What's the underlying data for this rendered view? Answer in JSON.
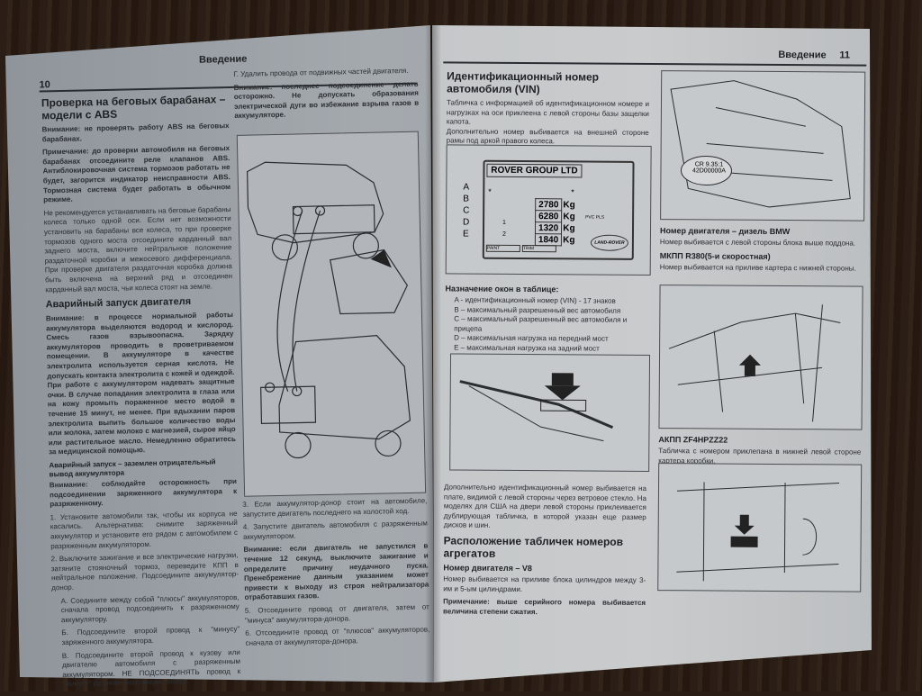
{
  "left_page": {
    "page_number": "10",
    "header": "Введение",
    "col1": {
      "title": "Проверка на беговых барабанах – модели с ABS",
      "warning": "Внимание: не проверять работу ABS на беговых барабанах.",
      "note": "Примечание: до проверки автомобиля на беговых барабанах отсоедините реле клапанов ABS. Антиблокировочная система тормозов работать не будет, загорится индикатор неисправности ABS. Тормозная система будет работать в обычном режиме.",
      "para1": "Не рекомендуется устанавливать на беговые барабаны колеса только одной оси. Если нет возможности установить на барабаны все колеса, то при проверке тормозов одного моста отсоедините карданный вал заднего моста, включите нейтральное положение раздаточной коробки и межосевого дифференциала. При проверке двигателя раздаточная коробка должна быть включена на верхний ряд и отсоединен карданный вал моста, чьи колеса стоят на земле.",
      "section2_title": "Аварийный запуск двигателя",
      "warning2": "Внимание: в процессе нормальной работы аккумулятора выделяются водород и кислород. Смесь газов взрывоопасна. Зарядку аккумуляторов проводить в проветриваемом помещении. В аккумуляторе в качестве электролита используется серная кислота. Не допускать контакта электролита с кожей и одеждой. При работе с аккумулятором надевать защитные очки. В случае попадания электролита в глаза или на кожу промыть пораженное место водой в течение 15 минут, не менее. При вдыхании паров электролита выпить большое количество воды или молока, затем молоко с магнезией, сырое яйцо или растительное масло. Немедленно обратитесь за медицинской помощью.",
      "subsection_title": "Аварийный запуск – заземлен отрицательный вывод аккумулятора",
      "warning3": "Внимание: соблюдайте осторожность при подсоединении заряженного аккумулятора к разряженному.",
      "step1": "1. Установите автомобили так, чтобы их корпуса не касались. Альтернатива: снимите заряженный аккумулятор и установите его рядом с автомобилем с разряженным аккумулятором.",
      "step2": "2. Выключите зажигание и все электрические нагрузки, затяните стояночный тормоз, переведите КПП в нейтральное положение. Подсоедините аккумулятор-донор.",
      "step2a": "А. Соедините между собой \"плюсы\" аккумуляторов, сначала провод подсоединить к разряженному аккумулятору.",
      "step2b": "Б. Подсоедините второй провод к \"минусу\" заряженного аккумулятора.",
      "step2c": "В. Подсоедините второй провод к кузову или двигателю автомобиля с разряженным аккумулятором. НЕ ПОДСОЕДИНЯТЬ провод к \"минусу\" разряженного аккумулятора."
    },
    "col2": {
      "step2d": "Г. Удалить провода от подвижных частей двигателя.",
      "warning": "Внимание: последнее подсоединение делать осторожно. Не допускать образования электрической дуги во избежание взрыва газов в аккумуляторе.",
      "step3": "3. Если аккумулятор-донор стоит на автомобиле, запустите двигатель последнего на холостой ход.",
      "step4": "4. Запустите двигатель автомобиля с разряженным аккумулятором.",
      "warning2": "Внимание: если двигатель не запустился в течение 12 секунд, выключите зажигание и определите причину неудачного пуска. Пренебрежение данным указанием может привести к выходу из строя нейтрализатора отработавших газов.",
      "step5": "5. Отсоедините провод от двигателя, затем от \"минуса\" аккумулятора-донора.",
      "step6": "6. Отсоедините провод от \"плюсов\" аккумуляторов, сначала от аккумулятора-донора."
    }
  },
  "right_page": {
    "page_number": "11",
    "header": "Введение",
    "col1": {
      "title": "Идентификационный номер автомобиля (VIN)",
      "para1": "Табличка с информацией об идентификационном номере и нагрузках на оси приклеена с левой стороны базы защелки капота.",
      "para2": "Дополнительно номер выбивается на внешней стороне рамы под аркой правого колеса.",
      "plate": {
        "title": "ROVER GROUP LTD",
        "letters": [
          "A",
          "B",
          "C",
          "D",
          "E"
        ],
        "values": [
          "2780",
          "6280",
          "1320",
          "1840"
        ],
        "unit": "Kg",
        "axles": [
          "1",
          "2"
        ],
        "paint": "PAINT",
        "trim": "TRIM",
        "pvc": "PVC PLS",
        "logo": "LAND-ROVER",
        "star": "*"
      },
      "legend_title": "Назначение окон в таблице:",
      "legend": [
        "A - идентификационный номер (VIN) - 17 знаков",
        "B – максимальный разрешенный вес автомобиля",
        "C – максимальный разрешенный вес автомобиля и прицепа",
        "D – максимальная нагрузка на передний мост",
        "E – максимальная нагрузка на задний мост"
      ],
      "para3": "Дополнительно идентификационный номер выбивается на плате, видимой с левой стороны через ветровое стекло. На моделях для США на двери левой стороны приклеивается дублирующая табличка, в которой указан еще размер дисков и шин.",
      "section2_title": "Расположение табличек номеров агрегатов",
      "v8_title": "Номер двигателя – V8",
      "v8_text": "Номер выбивается на приливе блока цилиндров между 3-им и 5-ым цилиндрами.",
      "v8_note": "Примечание: выше серийного номера выбивается величина степени сжатия."
    },
    "col2": {
      "engine_label": "CR 9.35:1 42D00000A",
      "bmw_title": "Номер двигателя – дизель BMW",
      "bmw_text": "Номер выбивается с левой стороны блока выше поддона.",
      "r380_title": "МКПП R380(5-и скоростная)",
      "r380_text": "Номер выбивается на приливе картера с нижней стороны.",
      "zf_title": "АКПП ZF4HPZZ22",
      "zf_text": "Табличка с номером приклепана в нижней левой стороне картера коробки."
    }
  },
  "colors": {
    "paper_left": "#9fa4a8",
    "paper_right": "#c5c8ca",
    "ink": "#2a2d31",
    "wood": "#2b1e16"
  }
}
